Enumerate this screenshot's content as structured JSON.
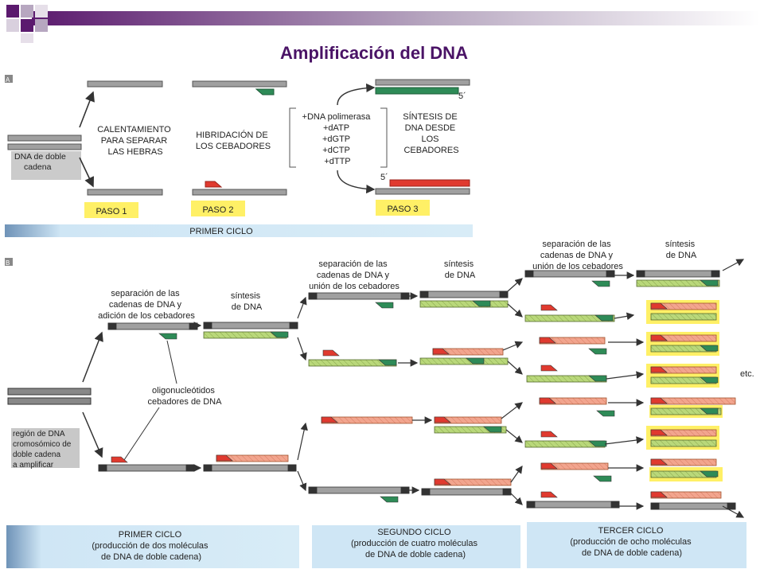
{
  "slide": {
    "title": "Amplificación del DNA",
    "colors": {
      "title": "#4a1366",
      "header_bar_dark": "#5b1a6e",
      "strand_gray": "#a0a0a0",
      "strand_dark": "#333333",
      "new_green": "#b9d87a",
      "primer_green": "#2e8b57",
      "primer_red": "#e03a2f",
      "new_salmon": "#f2a58e",
      "step_yellow": "#fff066",
      "cycle_blue": "#cfe6f5"
    }
  },
  "panel_a": {
    "label": "A",
    "start_label": [
      "DNA de doble",
      "cadena"
    ],
    "heat_label": [
      "CALENTAMIENTO",
      "PARA SEPARAR",
      "LAS HEBRAS"
    ],
    "anneal_label": [
      "HIBRIDACIÓN DE",
      "LOS CEBADORES"
    ],
    "reagents": [
      "+DNA polimerasa",
      "+dATP",
      "+dGTP",
      "+dCTP",
      "+dTTP"
    ],
    "synthesis_label": [
      "SÍNTESIS DE",
      "DNA DESDE",
      "LOS",
      "CEBADORES"
    ],
    "five_prime": "5´",
    "steps": [
      "PASO 1",
      "PASO 2",
      "PASO 3"
    ],
    "cycle_label": "PRIMER CICLO"
  },
  "panel_b": {
    "label": "B",
    "start_label": [
      "región de DNA",
      "cromosómico de",
      "doble cadena",
      "a amplificar"
    ],
    "oligo_label": [
      "oligonucleótidos",
      "cebadores de DNA"
    ],
    "sep1_label": [
      "separación de las",
      "cadenas de DNA y",
      "adición de los cebadores"
    ],
    "syn1_label": [
      "síntesis",
      "de DNA"
    ],
    "sep2_label": [
      "separación de las",
      "cadenas de DNA y",
      "unión de los cebadores"
    ],
    "syn2_label": [
      "síntesis",
      "de DNA"
    ],
    "sep3_label": [
      "separación de las",
      "cadenas de DNA y",
      "unión de los cebadores"
    ],
    "syn3_label": [
      "síntesis",
      "de DNA"
    ],
    "etc": "etc.",
    "cycles": [
      {
        "name": "PRIMER CICLO",
        "detail": [
          "(producción de dos moléculas",
          "de DNA de doble cadena)"
        ]
      },
      {
        "name": "SEGUNDO CICLO",
        "detail": [
          "(producción de cuatro moléculas",
          "de DNA de doble cadena)"
        ]
      },
      {
        "name": "TERCER CICLO",
        "detail": [
          "(producción de ocho moléculas",
          "de DNA de doble cadena)"
        ]
      }
    ]
  }
}
